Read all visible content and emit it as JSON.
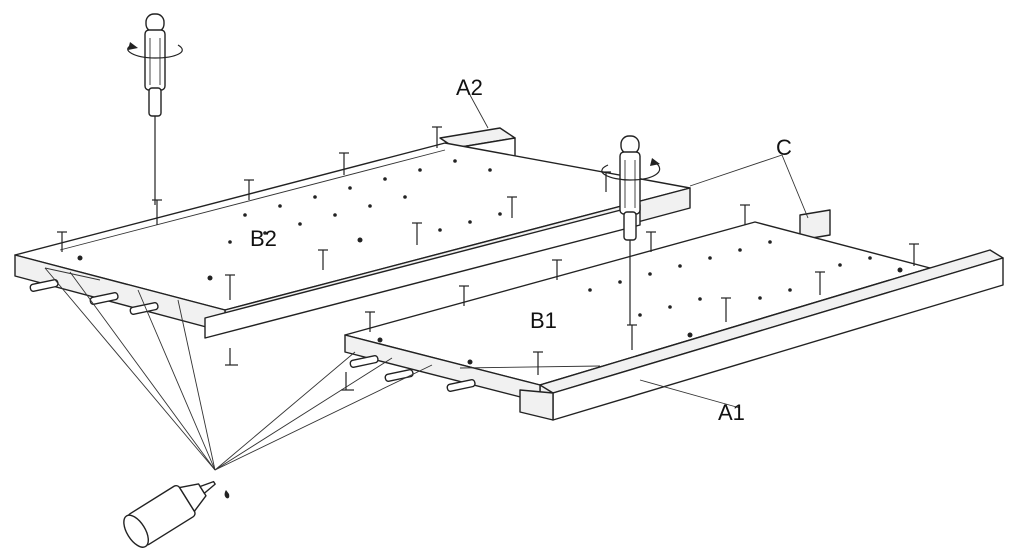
{
  "labels": {
    "a2": "A2",
    "b2": "B2",
    "c": "C",
    "b1": "B1",
    "a1": "A1"
  },
  "icons": [
    "screwdriver-icon",
    "glue-bottle-icon",
    "screw-icon",
    "dowel-icon"
  ]
}
